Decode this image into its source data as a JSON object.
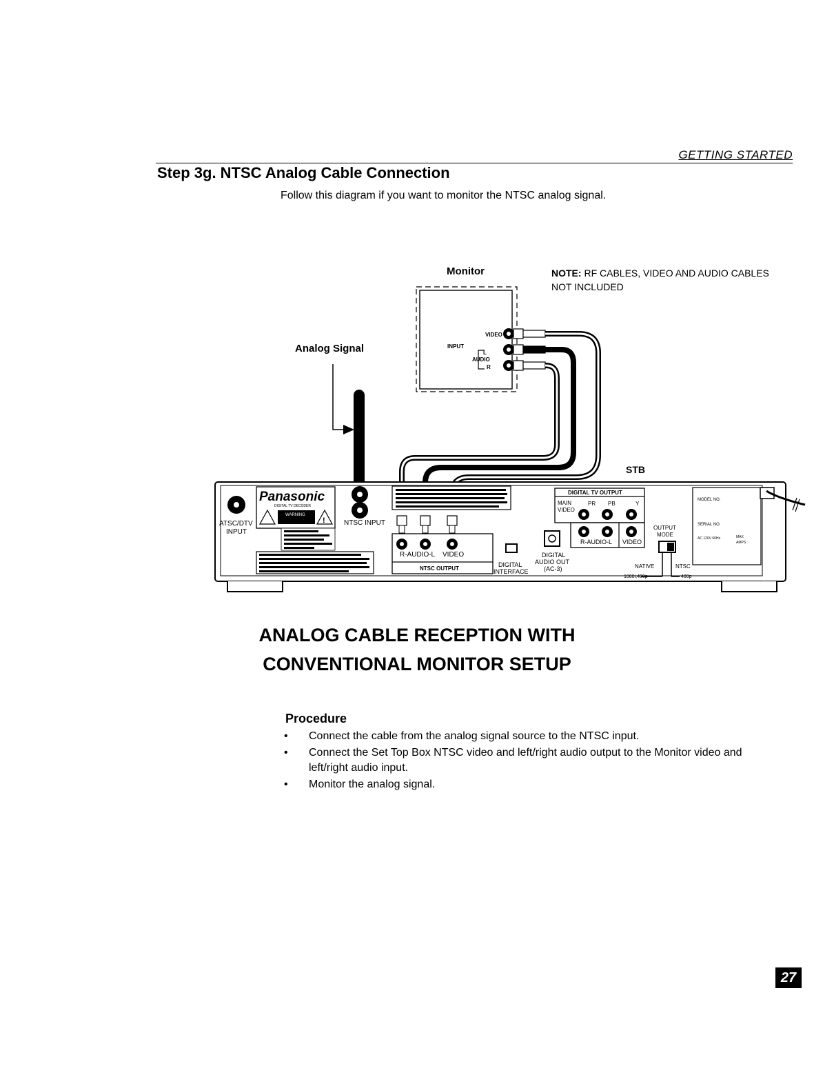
{
  "header": {
    "section": "GETTING STARTED"
  },
  "step": {
    "title": "Step 3g. NTSC Analog Cable Connection",
    "intro": "Follow this diagram if you want to monitor the NTSC analog signal."
  },
  "diagram": {
    "monitor_label": "Monitor",
    "note_bold": "NOTE:",
    "note_line1": "RF CABLES, VIDEO AND AUDIO CABLES",
    "note_line2": "NOT INCLUDED",
    "analog_signal_label": "Analog Signal",
    "stb_label": "STB",
    "monitor_ports": {
      "video": "VIDEO",
      "input": "INPUT",
      "audio": "AUDIO",
      "left": "L",
      "right": "R"
    },
    "stb_panel": {
      "brand": "Panasonic",
      "decoder": "DIGITAL TV DECODER",
      "warning": "WARNING",
      "atsc_line1": "ATSC/DTV",
      "atsc_line2": "INPUT",
      "ntsc_input": "NTSC INPUT",
      "ntsc_output": "NTSC OUTPUT",
      "r_audio_l": "R-AUDIO-L",
      "video": "VIDEO",
      "digital_interface_line1": "DIGITAL",
      "digital_interface_line2": "INTERFACE",
      "digital_audio_line1": "DIGITAL",
      "digital_audio_line2": "AUDIO OUT",
      "digital_audio_line3": "(AC-3)",
      "digital_tv_output": "DIGITAL TV OUTPUT",
      "main": "MAIN",
      "pr": "PR",
      "pb": "PB",
      "y": "Y",
      "video2": "VIDEO",
      "r_audio_l2": "R-AUDIO-L",
      "video3": "VIDEO",
      "output_mode_line1": "OUTPUT",
      "output_mode_line2": "MODE",
      "native": "NATIVE",
      "ntsc": "NTSC",
      "native_res": "1080i,480p",
      "ntsc_res": "480p",
      "model_no": "MODEL NO.",
      "serial_no": "SERIAL NO.",
      "power": "AC 120V 60Hz",
      "max": "MAX",
      "amps": "AMPS"
    }
  },
  "main_title": {
    "line1": "ANALOG CABLE RECEPTION WITH",
    "line2": "CONVENTIONAL MONITOR SETUP"
  },
  "procedure": {
    "heading": "Procedure",
    "steps": [
      "Connect the cable from the analog signal source to the NTSC input.",
      "Connect the Set Top Box NTSC video and left/right audio output to the Monitor video and left/right audio input.",
      "Monitor the analog signal."
    ]
  },
  "page_number": "27"
}
